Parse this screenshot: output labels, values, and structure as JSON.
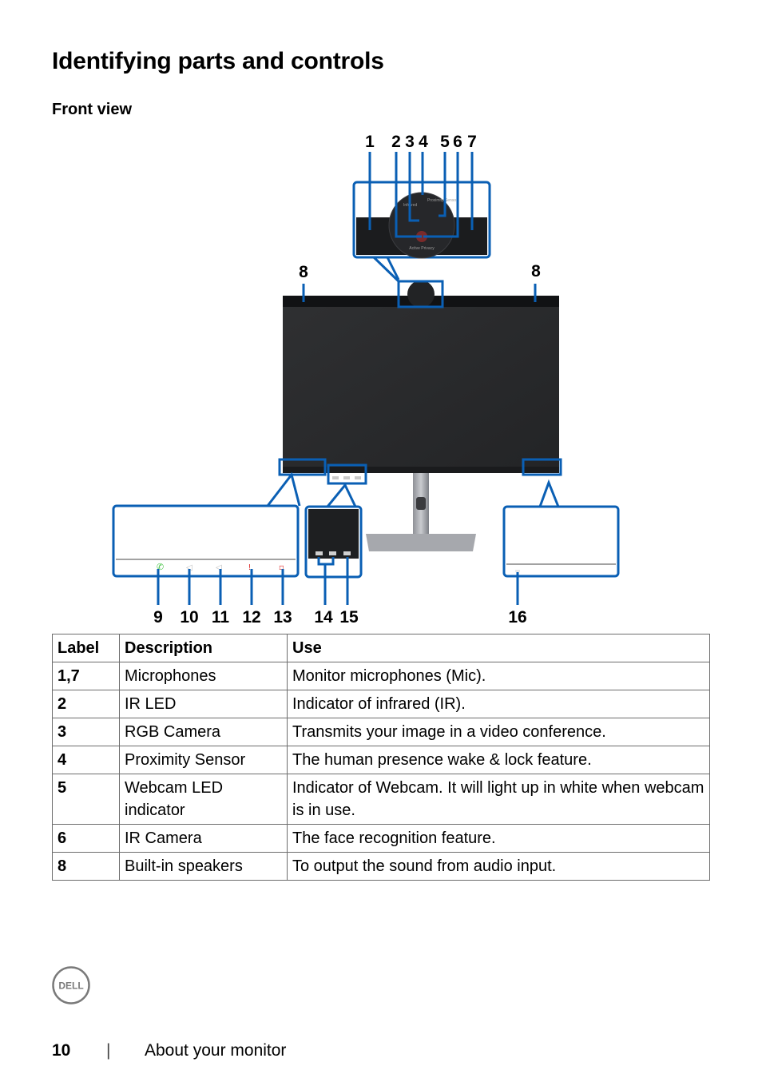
{
  "page_title": "Identifying parts and controls",
  "section_title": "Front view",
  "figure": {
    "top_labels": [
      "1",
      "2",
      "3",
      "4",
      "5",
      "6",
      "7"
    ],
    "side_labels": [
      "8",
      "8"
    ],
    "bottom_labels": [
      "9",
      "10",
      "11",
      "12",
      "13",
      "14",
      "15",
      "16"
    ],
    "camera_text": [
      "Infrared",
      "Proximity Sensor",
      "Infrared",
      "Active Privacy"
    ]
  },
  "table": {
    "headers": [
      "Label",
      "Description",
      "Use"
    ],
    "rows": [
      {
        "label": "1,7",
        "description": "Microphones",
        "use": "Monitor microphones (Mic)."
      },
      {
        "label": "2",
        "description": "IR LED",
        "use": "Indicator of infrared (IR)."
      },
      {
        "label": "3",
        "description": "RGB Camera",
        "use": "Transmits your image in a video conference."
      },
      {
        "label": "4",
        "description": "Proximity Sensor",
        "use": "The human presence wake & lock feature."
      },
      {
        "label": "5",
        "description": "Webcam LED indicator",
        "use": "Indicator of Webcam. It will light up in white when webcam is in use."
      },
      {
        "label": "6",
        "description": "IR Camera",
        "use": "The face recognition feature."
      },
      {
        "label": "8",
        "description": "Built-in speakers",
        "use": "To output the sound from audio input."
      }
    ]
  },
  "footer": {
    "page_number": "10",
    "separator": "|",
    "text": "About your monitor"
  },
  "logo_text": "DELL",
  "colors": {
    "callout": "#0a5fb4",
    "screen": "#2b2c2e",
    "bezel": "#111214"
  }
}
